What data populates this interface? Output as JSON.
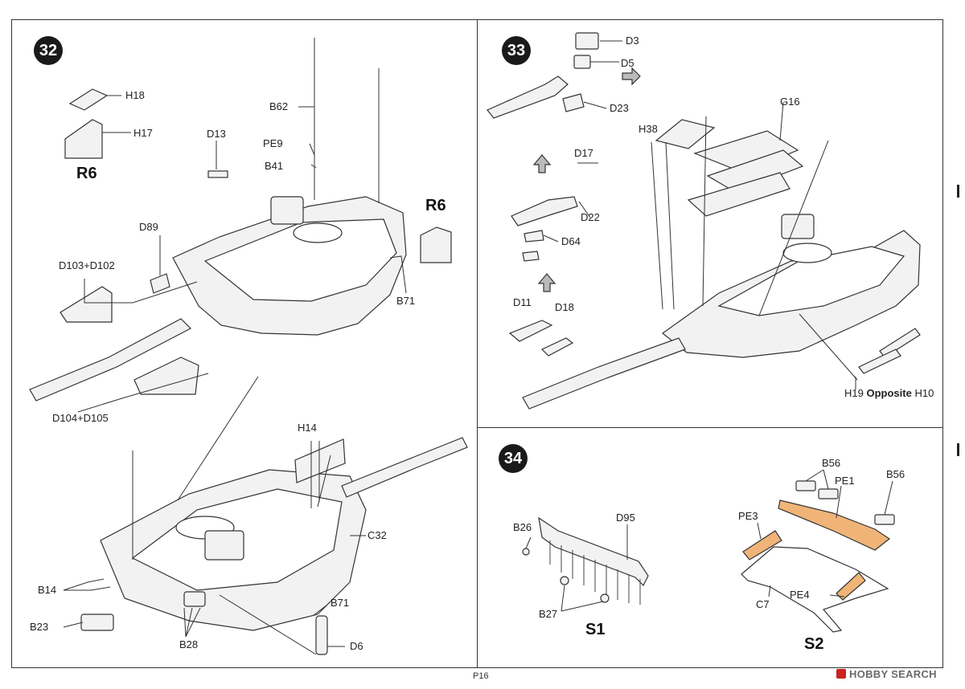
{
  "page": {
    "number": "P16"
  },
  "watermark": {
    "text": "HOBBY SEARCH"
  },
  "steps": {
    "s32": {
      "number": "32",
      "labels": {
        "h18": "H18",
        "h17": "H17",
        "r6a": "R6",
        "d13": "D13",
        "b62": "B62",
        "pe9": "PE9",
        "b41": "B41",
        "r6b": "R6",
        "d89": "D89",
        "d103": "D103+D102",
        "b71a": "B71",
        "d104": "D104+D105",
        "h14": "H14",
        "c32": "C32",
        "b14": "B14",
        "b71b": "B71",
        "b23": "B23",
        "b28": "B28",
        "d6": "D6"
      }
    },
    "s33": {
      "number": "33",
      "labels": {
        "d3": "D3",
        "d5": "D5",
        "d23": "D23",
        "g16": "G16",
        "h38": "H38",
        "d17": "D17",
        "d22": "D22",
        "d64": "D64",
        "d11": "D11",
        "d18": "D18",
        "h19": "H19",
        "opposite": "Opposite",
        "h10": "H10"
      }
    },
    "s34": {
      "number": "34",
      "labels": {
        "b26": "B26",
        "d95": "D95",
        "b27": "B27",
        "s1": "S1",
        "b56a": "B56",
        "pe1": "PE1",
        "b56b": "B56",
        "pe3": "PE3",
        "c7": "C7",
        "pe4": "PE4",
        "s2": "S2"
      }
    }
  },
  "colors": {
    "ink": "#222222",
    "photoetch": "#f0b478",
    "hull": "#f2f2f2"
  }
}
